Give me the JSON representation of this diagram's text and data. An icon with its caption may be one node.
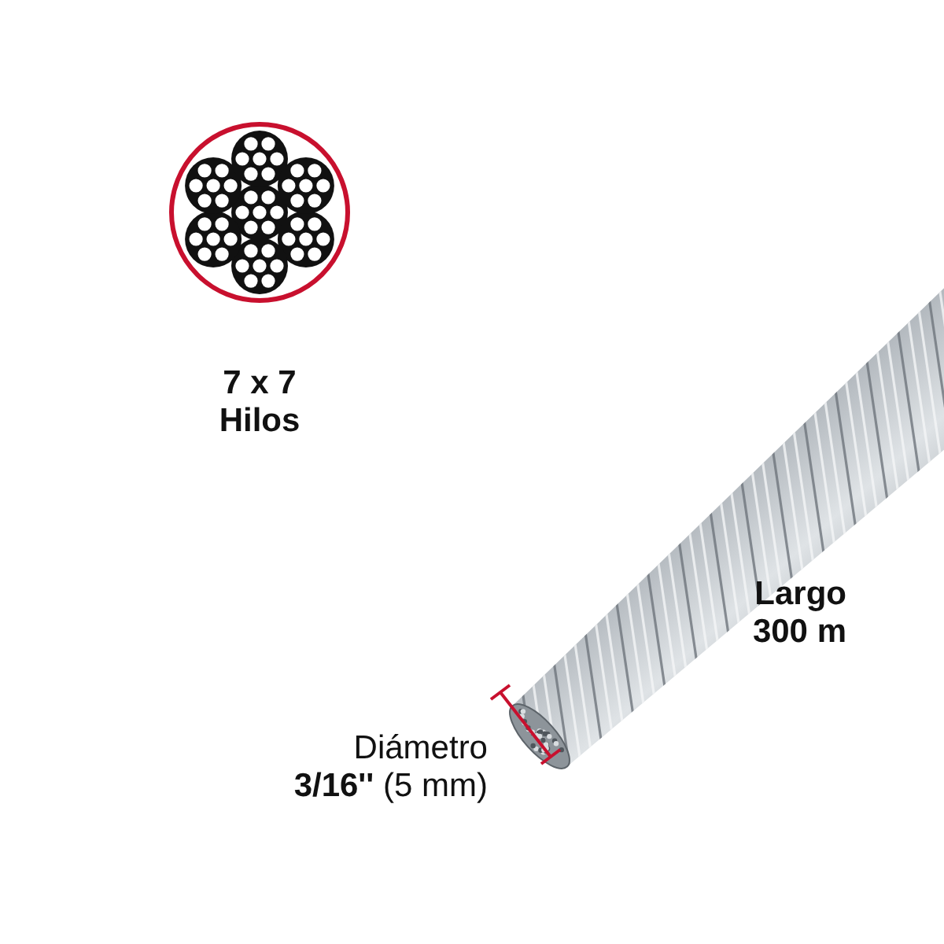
{
  "diagram": {
    "labels": [
      "7 x 7 Hilos",
      "Largo 300 m",
      "Diámetro **3/16''** (5 mm)"
    ]
  }
}
